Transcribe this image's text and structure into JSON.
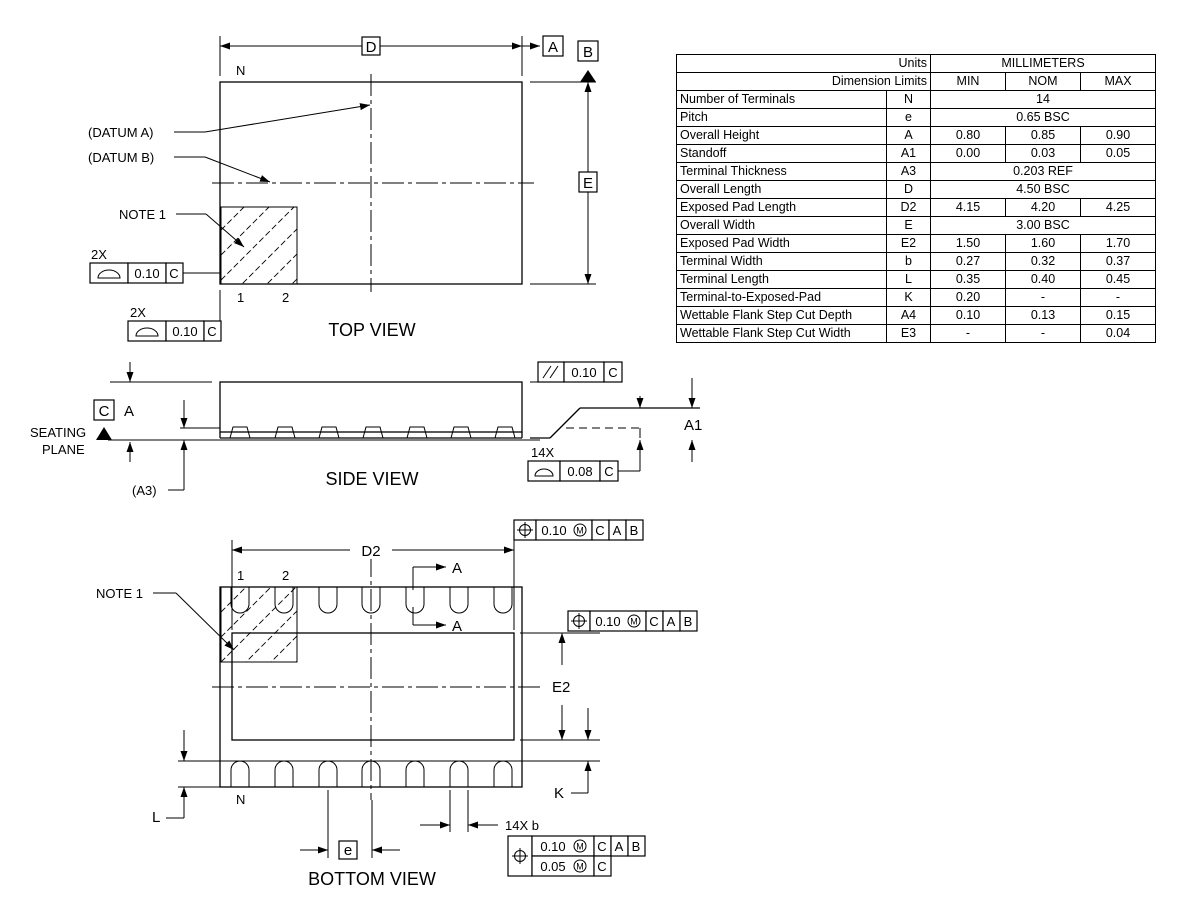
{
  "top_view": {
    "title": "TOP VIEW",
    "dim_D": "D",
    "dim_E": "E",
    "datum_A_box": "A",
    "datum_B_box": "B",
    "label_N": "N",
    "datum_A_label": "(DATUM A)",
    "datum_B_label": "(DATUM B)",
    "note1": "NOTE 1",
    "pin1": "1",
    "pin2": "2",
    "fcf1_count": "2X",
    "fcf1_value": "0.10",
    "fcf1_datum": "C",
    "fcf2_count": "2X",
    "fcf2_value": "0.10",
    "fcf2_datum": "C"
  },
  "side_view": {
    "title": "SIDE VIEW",
    "datum_C_box": "C",
    "dim_A": "A",
    "seating_plane_1": "SEATING",
    "seating_plane_2": "PLANE",
    "dim_A3": "(A3)",
    "parallel_value": "0.10",
    "parallel_datum": "C",
    "dim_A1": "A1",
    "flat_count": "14X",
    "flat_value": "0.08",
    "flat_datum": "C"
  },
  "bottom_view": {
    "title": "BOTTOM VIEW",
    "dim_D2": "D2",
    "dim_E2": "E2",
    "section_A_top": "A",
    "section_A_bottom": "A",
    "note1": "NOTE 1",
    "pin1": "1",
    "pin2": "2",
    "label_N": "N",
    "dim_K": "K",
    "dim_L": "L",
    "dim_e": "e",
    "dim_b": "14X b",
    "pos_d2": {
      "value": "0.10",
      "mmc": "M",
      "d1": "C",
      "d2": "A",
      "d3": "B"
    },
    "pos_e2": {
      "value": "0.10",
      "mmc": "M",
      "d1": "C",
      "d2": "A",
      "d3": "B"
    },
    "pos_b_row1": {
      "value": "0.10",
      "mmc": "M",
      "d1": "C",
      "d2": "A",
      "d3": "B"
    },
    "pos_b_row2": {
      "value": "0.05",
      "mmc": "M",
      "d1": "C"
    }
  },
  "table": {
    "units_label": "Units",
    "units_value": "MILLIMETERS",
    "limits_label": "Dimension Limits",
    "col_min": "MIN",
    "col_nom": "NOM",
    "col_max": "MAX",
    "rows": [
      {
        "name": "Number of Terminals",
        "sym": "N",
        "span": "14"
      },
      {
        "name": "Pitch",
        "sym": "e",
        "span": "0.65 BSC"
      },
      {
        "name": "Overall Height",
        "sym": "A",
        "min": "0.80",
        "nom": "0.85",
        "max": "0.90"
      },
      {
        "name": "Standoff",
        "sym": "A1",
        "min": "0.00",
        "nom": "0.03",
        "max": "0.05"
      },
      {
        "name": "Terminal Thickness",
        "sym": "A3",
        "span": "0.203 REF"
      },
      {
        "name": "Overall Length",
        "sym": "D",
        "span": "4.50 BSC"
      },
      {
        "name": "Exposed Pad Length",
        "sym": "D2",
        "min": "4.15",
        "nom": "4.20",
        "max": "4.25"
      },
      {
        "name": "Overall Width",
        "sym": "E",
        "span": "3.00 BSC"
      },
      {
        "name": "Exposed Pad Width",
        "sym": "E2",
        "min": "1.50",
        "nom": "1.60",
        "max": "1.70"
      },
      {
        "name": "Terminal Width",
        "sym": "b",
        "min": "0.27",
        "nom": "0.32",
        "max": "0.37"
      },
      {
        "name": "Terminal Length",
        "sym": "L",
        "min": "0.35",
        "nom": "0.40",
        "max": "0.45"
      },
      {
        "name": "Terminal-to-Exposed-Pad",
        "sym": "K",
        "min": "0.20",
        "nom": "-",
        "max": "-"
      },
      {
        "name": "Wettable Flank Step Cut Depth",
        "sym": "A4",
        "min": "0.10",
        "nom": "0.13",
        "max": "0.15"
      },
      {
        "name": "Wettable Flank Step Cut Width",
        "sym": "E3",
        "min": "-",
        "nom": "-",
        "max": "0.04"
      }
    ]
  }
}
